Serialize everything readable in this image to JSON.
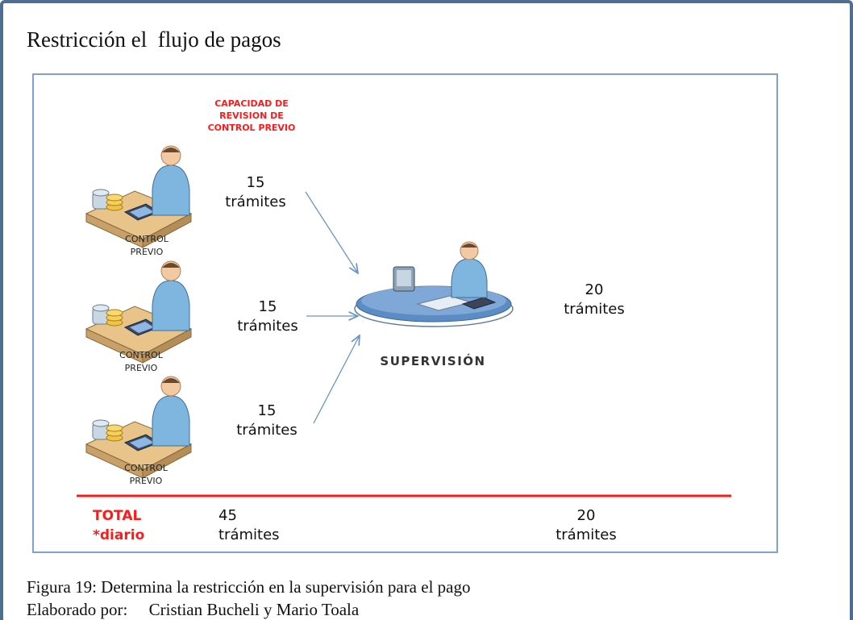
{
  "heading": "Restricción el  flujo de pagos",
  "diagram": {
    "capacity_title": [
      "CAPACIDAD DE",
      "REVISION DE",
      "CONTROL PREVIO"
    ],
    "stations": [
      {
        "label_1": "CONTROL",
        "label_2": "PREVIO",
        "value": "15",
        "unit": "trámites"
      },
      {
        "label_1": "CONTROL",
        "label_2": "PREVIO",
        "value": "15",
        "unit": "trámites"
      },
      {
        "label_1": "CONTROL",
        "label_2": "PREVIO",
        "value": "15",
        "unit": "trámites"
      }
    ],
    "supervision": {
      "label": "SUPERVISIÓN",
      "value": "20",
      "unit": "trámites"
    },
    "total": {
      "label_1": "TOTAL",
      "label_2": "*diario",
      "left_value": "45",
      "left_unit": "trámites",
      "right_value": "20",
      "right_unit": "trámites"
    },
    "colors": {
      "accent_red": "#ff1a1a",
      "arrow_blue": "#6a94c8",
      "border_blue": "#7fa1cf"
    }
  },
  "caption": {
    "line_1": "Figura 19: Determina la restricción en la supervisión para el pago",
    "line_2": "Elaborado por:     Cristian Bucheli y Mario Toala"
  }
}
